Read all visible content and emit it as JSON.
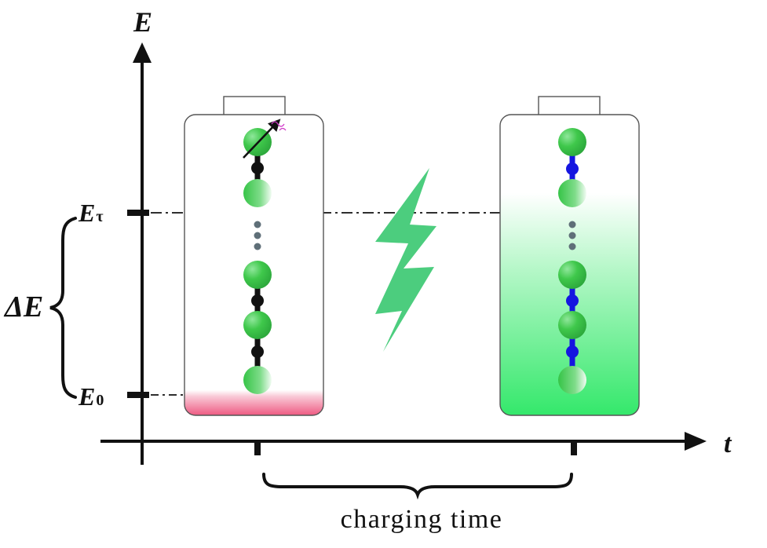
{
  "axes": {
    "y_label": "E",
    "x_label": "t"
  },
  "levels": {
    "upper": {
      "main": "E",
      "sub": "τ"
    },
    "lower": {
      "main": "E",
      "sub": "0"
    }
  },
  "delta_label": "ΔE",
  "caption": "charging time",
  "colors": {
    "ball_green": "#3fc84b",
    "bond_discharged": "#111111",
    "bond_charged": "#1515e0",
    "dots": "#5f6f78",
    "discharged_fill": "#ef5d83",
    "charged_fill": "#36e86d",
    "bolt": "#4ccd7e"
  }
}
